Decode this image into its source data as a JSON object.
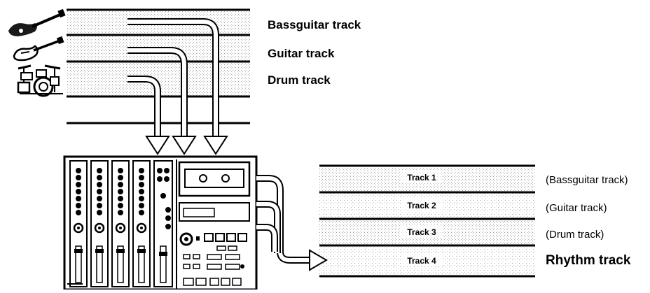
{
  "diagram": {
    "source_labels": [
      {
        "id": "bassguitar",
        "text": "Bassguitar track"
      },
      {
        "id": "guitar",
        "text": "Guitar track"
      },
      {
        "id": "drum",
        "text": "Drum track"
      }
    ],
    "tracks": [
      {
        "label": "Track 1",
        "note": "(Bassguitar track)"
      },
      {
        "label": "Track 2",
        "note": "(Guitar track)"
      },
      {
        "label": "Track 3",
        "note": "(Drum track)"
      },
      {
        "label": "Track 4",
        "note": "Rhythm track"
      }
    ],
    "icons": [
      "bass-guitar-icon",
      "electric-guitar-icon",
      "drum-kit-icon",
      "multitrack-recorder-icon"
    ],
    "colors": {
      "line": "#000000",
      "stipple": "#bdbdbd",
      "background": "#ffffff"
    }
  }
}
